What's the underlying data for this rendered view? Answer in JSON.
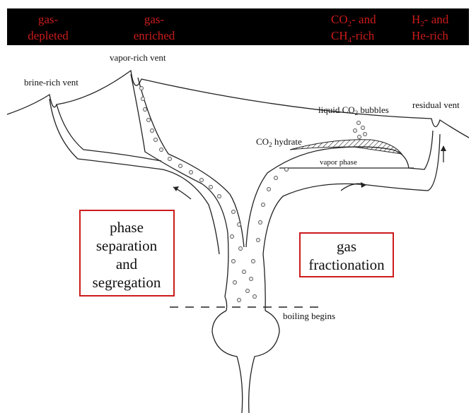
{
  "header": {
    "background": "#000000",
    "text_color": "#cc1b1b",
    "col1": [
      "gas-",
      "depleted"
    ],
    "col2": [
      "gas-",
      "enriched"
    ],
    "col3": {
      "line1_main": "CO",
      "line1_sub": "2",
      "line1_tail": "- and",
      "line2_main": "CH",
      "line2_sub": "4",
      "line2_tail": "-rich"
    },
    "col4": {
      "line1_main": "H",
      "line1_sub": "2",
      "line1_tail": "- and",
      "line2": "He-rich"
    }
  },
  "labels": {
    "brine_vent": "brine-rich vent",
    "vapor_vent": "vapor-rich vent",
    "residual_vent": "residual vent",
    "liquid_co2_main": "liquid CO",
    "liquid_co2_sub": "2",
    "liquid_co2_tail": " bubbles",
    "co2_hydrate_main": "CO",
    "co2_hydrate_sub": "2",
    "co2_hydrate_tail": " hydrate",
    "vapor_phase": "vapor phase",
    "boiling_begins": "boiling begins"
  },
  "boxes": {
    "border_color": "#cc1b1b",
    "phase": [
      "phase",
      "separation",
      "and",
      "segregation"
    ],
    "gas": [
      "gas",
      "fractionation"
    ]
  }
}
